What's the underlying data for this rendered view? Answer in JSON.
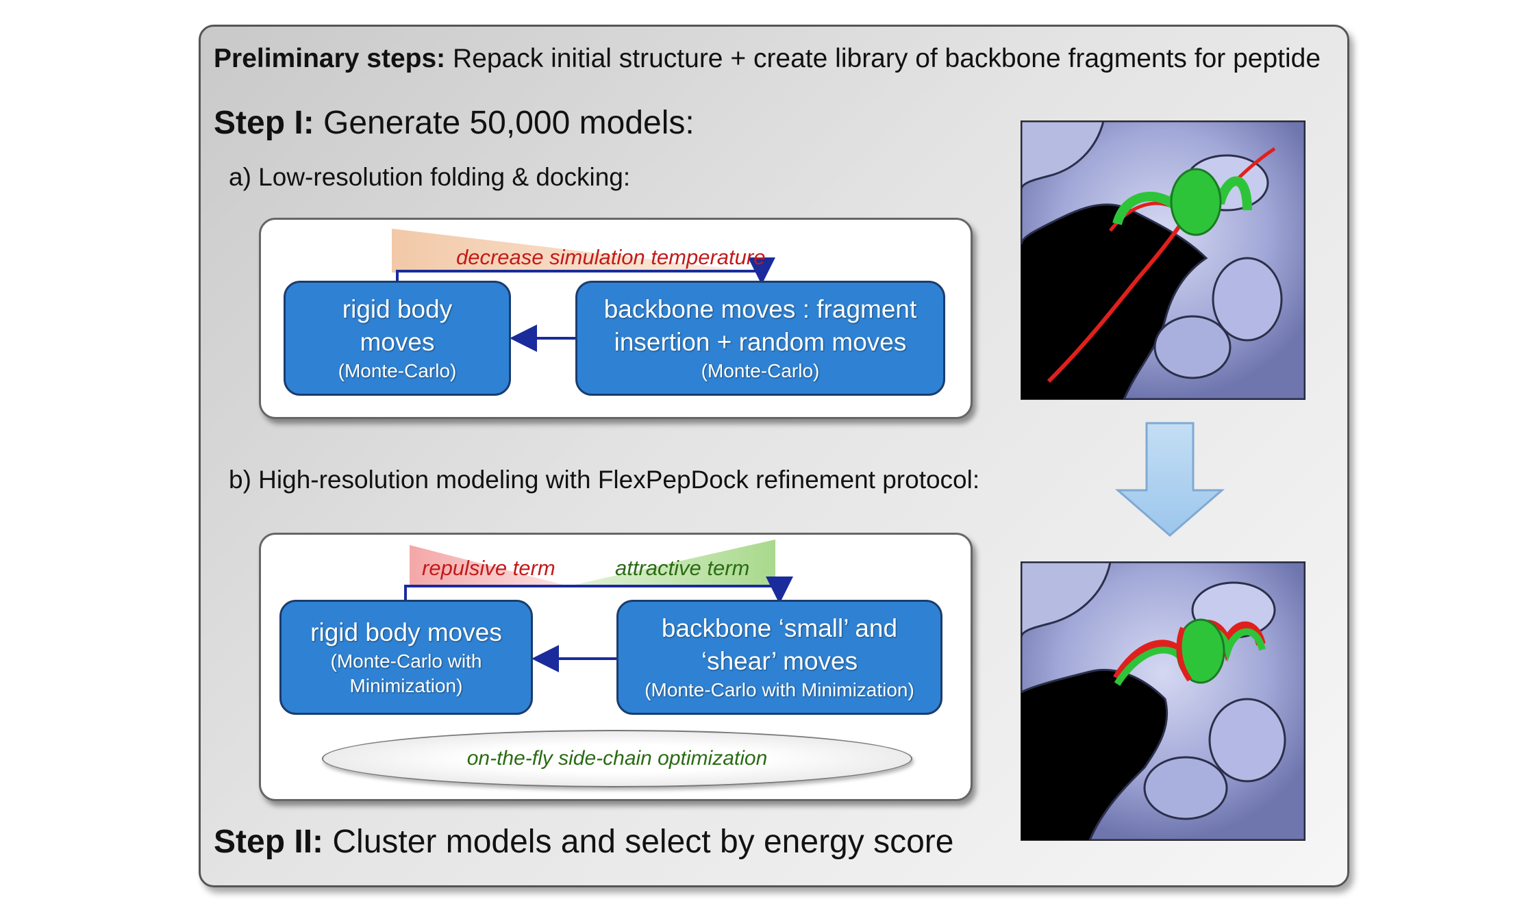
{
  "preliminary": {
    "heading": "Preliminary steps:",
    "text": "Repack initial structure + create library of backbone fragments for peptide"
  },
  "step1": {
    "heading": "Step I:",
    "text": "Generate 50,000 models:",
    "a": {
      "label": "a) Low-resolution folding & docking:",
      "gradient_label": "decrease simulation temperature",
      "rigid_box": {
        "line1": "rigid body",
        "line2": "moves",
        "sub": "(Monte-Carlo)"
      },
      "backbone_box": {
        "line1": "backbone moves : fragment",
        "line2": "insertion + random moves",
        "sub": "(Monte-Carlo)"
      }
    },
    "b": {
      "label": "b) High-resolution modeling with FlexPepDock refinement protocol:",
      "repulsive_label": "repulsive term",
      "attractive_label": "attractive term",
      "rigid_box": {
        "line1": "rigid body moves",
        "sub1": "(Monte-Carlo with",
        "sub2": "Minimization)"
      },
      "backbone_box": {
        "line1": "backbone ‘small’ and",
        "line2": "‘shear’ moves",
        "sub": "(Monte-Carlo with Minimization)"
      },
      "side_chain_label": "on-the-fly side-chain optimization"
    }
  },
  "step2": {
    "heading": "Step II:",
    "text": "Cluster models and select by energy score"
  },
  "colors": {
    "box_blue": "#2f82d3",
    "arrow_navy": "#1a2b9c",
    "surface": "#a4aad8",
    "helix_green": "#2ec43a",
    "peptide_red": "#e0201c",
    "flow_arrow": "#a9cdee"
  },
  "icons": {
    "top_image": "protein-surface-peptide-icon",
    "bottom_image": "refined-protein-surface-peptide-icon",
    "flow_arrow": "down-arrow-icon"
  }
}
